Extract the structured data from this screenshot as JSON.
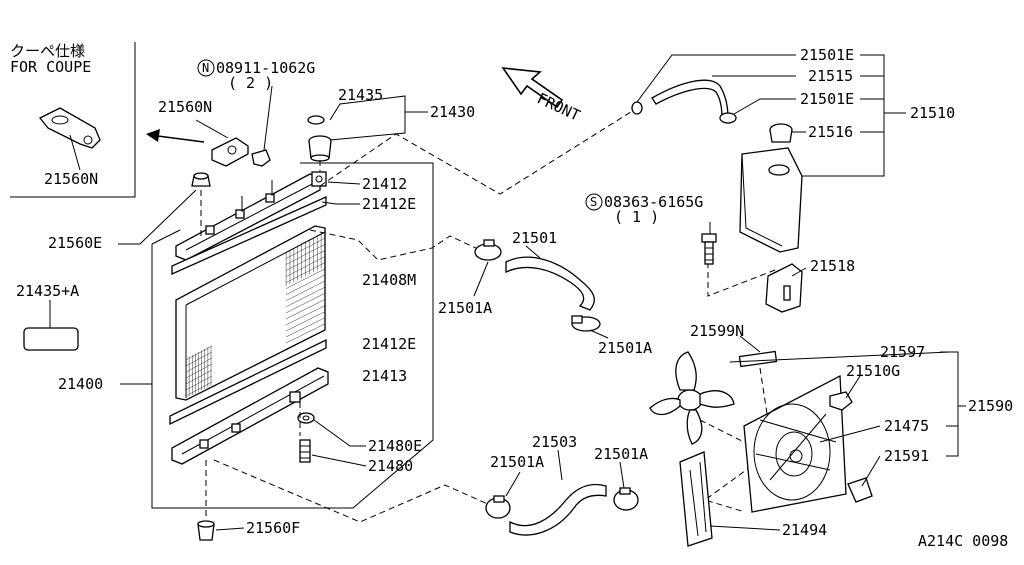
{
  "diagram": {
    "coupe_note": {
      "line1": "クーペ仕様",
      "line2": "FOR COUPE"
    },
    "front_label": "FRONT",
    "ref_code": "A214C 0098",
    "callouts": {
      "p21560N_inset": "21560N",
      "p21560N": "21560N",
      "bolt_n_code": "08911-1062G",
      "bolt_n_qty": "( 2 )",
      "p21435": "21435",
      "p21430": "21430",
      "p21412": "21412",
      "p21412E_top": "21412E",
      "p21560E": "21560E",
      "p21408M": "21408M",
      "p21435A": "21435+A",
      "p21412E_bot": "21412E",
      "p21413": "21413",
      "p21400": "21400",
      "p21480E": "21480E",
      "p21480": "21480",
      "p21560F": "21560F",
      "p21501": "21501",
      "p21501A_1": "21501A",
      "p21501A_2": "21501A",
      "p21503": "21503",
      "p21501A_3": "21501A",
      "p21501A_4": "21501A",
      "p21501E_top": "21501E",
      "p21515": "21515",
      "p21501E_mid": "21501E",
      "p21516": "21516",
      "p21510": "21510",
      "bolt_s_code": "08363-6165G",
      "bolt_s_qty": "( 1 )",
      "p21518": "21518",
      "p21599N": "21599N",
      "p21597": "21597",
      "p21510G": "21510G",
      "p21590": "21590",
      "p21475": "21475",
      "p21591": "21591",
      "p21494": "21494"
    }
  }
}
